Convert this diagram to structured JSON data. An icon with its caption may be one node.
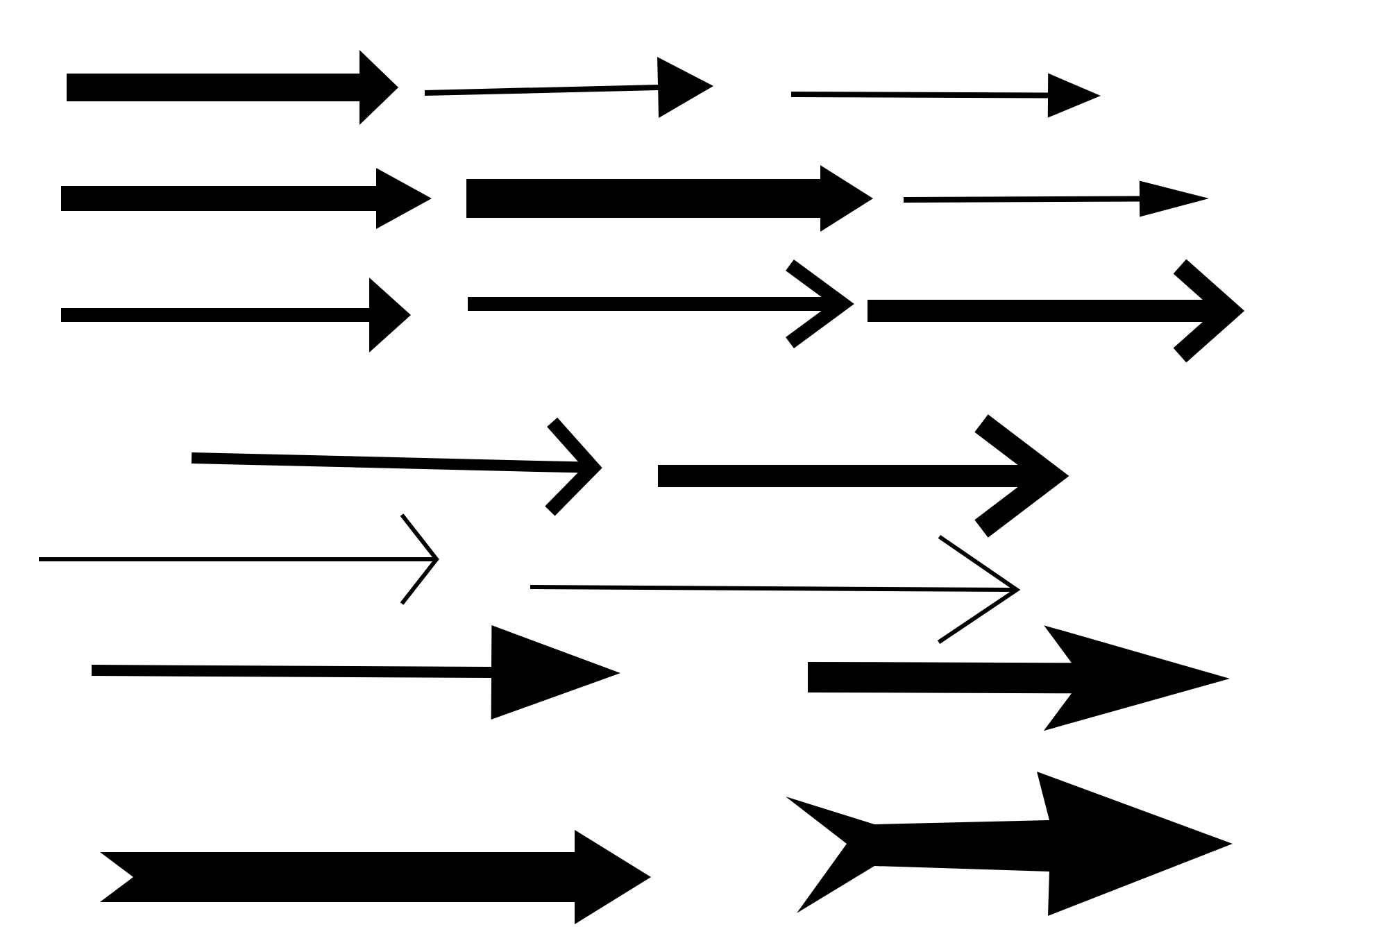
{
  "diagram": {
    "nodes": [
      {
        "text": [],
        "shape": "arrow"
      },
      {
        "text": [],
        "shape": "arrow"
      },
      {
        "text": [],
        "shape": "arrow"
      },
      {
        "text": [],
        "shape": "arrow"
      },
      {
        "text": [],
        "shape": "arrow"
      },
      {
        "text": [],
        "shape": "arrow"
      },
      {
        "text": [],
        "shape": "arrow"
      },
      {
        "text": [],
        "shape": "arrow"
      },
      {
        "text": [],
        "shape": "arrow"
      },
      {
        "text": [],
        "shape": "arrow"
      },
      {
        "text": [],
        "shape": "arrow"
      },
      {
        "text": [],
        "shape": "arrow"
      },
      {
        "text": [],
        "shape": "arrow"
      },
      {
        "text": [],
        "shape": "arrow"
      },
      {
        "text": [],
        "shape": "arrow"
      },
      {
        "text": [],
        "shape": "arrow"
      },
      {
        "text": [],
        "shape": "arrow"
      }
    ]
  }
}
